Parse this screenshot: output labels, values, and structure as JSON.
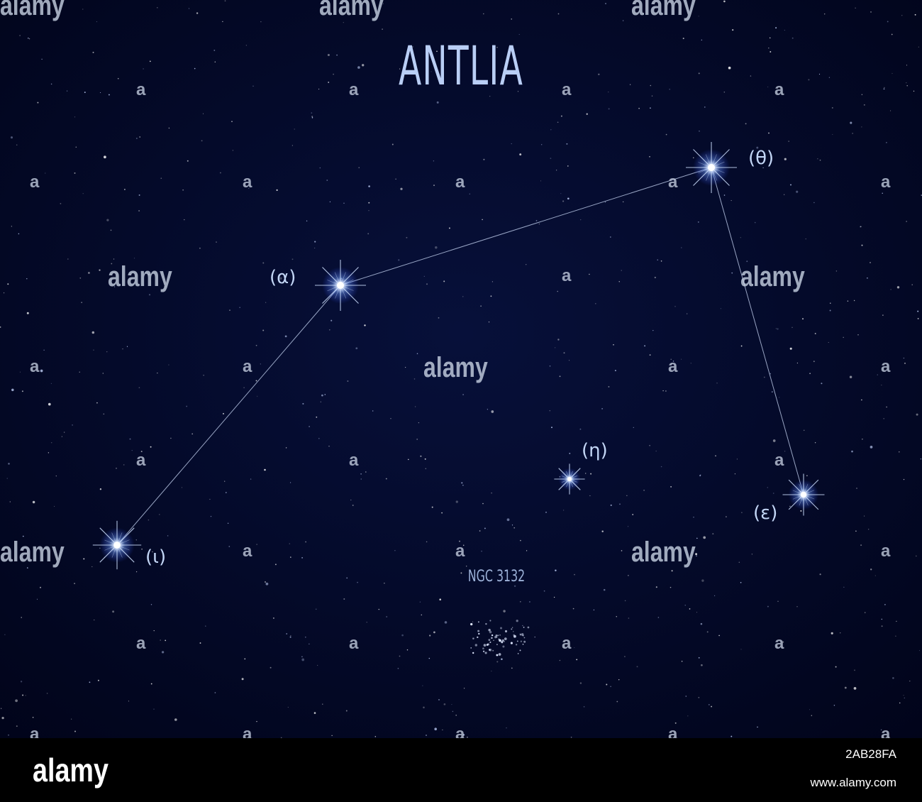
{
  "title": "ANTLIA",
  "stars": [
    {
      "id": "alpha",
      "label": "(α)"
    },
    {
      "id": "theta",
      "label": "(θ)"
    },
    {
      "id": "iota",
      "label": "(ι)"
    },
    {
      "id": "eta",
      "label": "(η)"
    },
    {
      "id": "epsilon",
      "label": "(ε)"
    }
  ],
  "cluster_label": "NGC 3132",
  "watermark": {
    "text": "alamy",
    "mark": "a"
  },
  "footer": {
    "logo": "alamy",
    "image_id": "2AB28FA",
    "url": "www.alamy.com"
  },
  "colors": {
    "sky": "#02061f",
    "label": "#c3d6f6",
    "title": "#b9cef5",
    "footer": "#000000"
  }
}
